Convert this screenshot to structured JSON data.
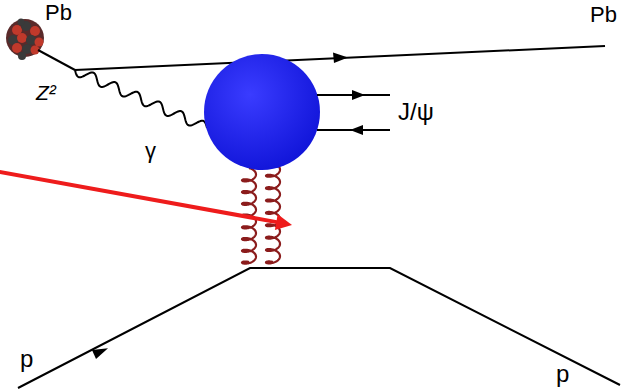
{
  "diagram": {
    "labels": [
      "Pb",
      "Pb",
      "Z²",
      "γ",
      "J/ψ",
      "p",
      "p"
    ]
  }
}
